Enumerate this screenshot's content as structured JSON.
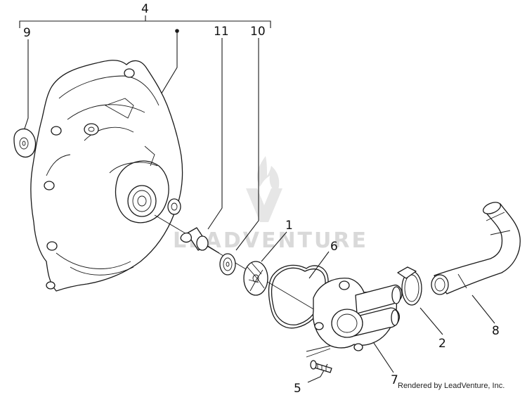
{
  "callouts": {
    "c1": "1",
    "c2": "2",
    "c4": "4",
    "c5": "5",
    "c6": "6",
    "c7": "7",
    "c8": "8",
    "c9": "9",
    "c10": "10",
    "c11": "11"
  },
  "watermark": {
    "text": "LEADVENTURE"
  },
  "footer": {
    "text": "Rendered by LeadVenture, Inc."
  },
  "colors": {
    "line": "#1a1a1a",
    "watermark": "#d9d9d9",
    "background": "#ffffff"
  }
}
